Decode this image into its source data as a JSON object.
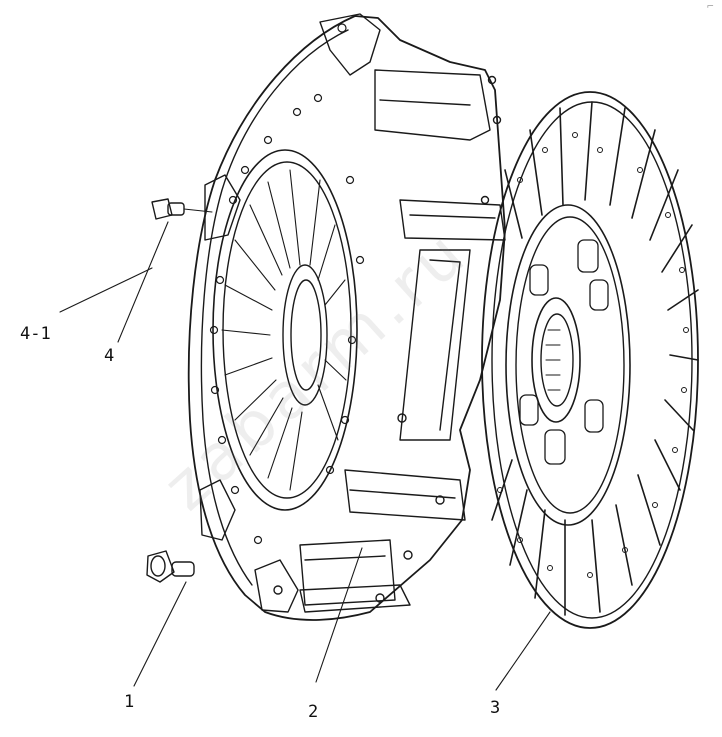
{
  "callouts": {
    "c4_1": "4-1",
    "c4": "4",
    "c1": "1",
    "c2": "2",
    "c3": "3"
  },
  "watermark": "zabarm.ru",
  "corner_mark": "⌐",
  "colors": {
    "line": "#1a1a1a",
    "background": "#ffffff"
  }
}
